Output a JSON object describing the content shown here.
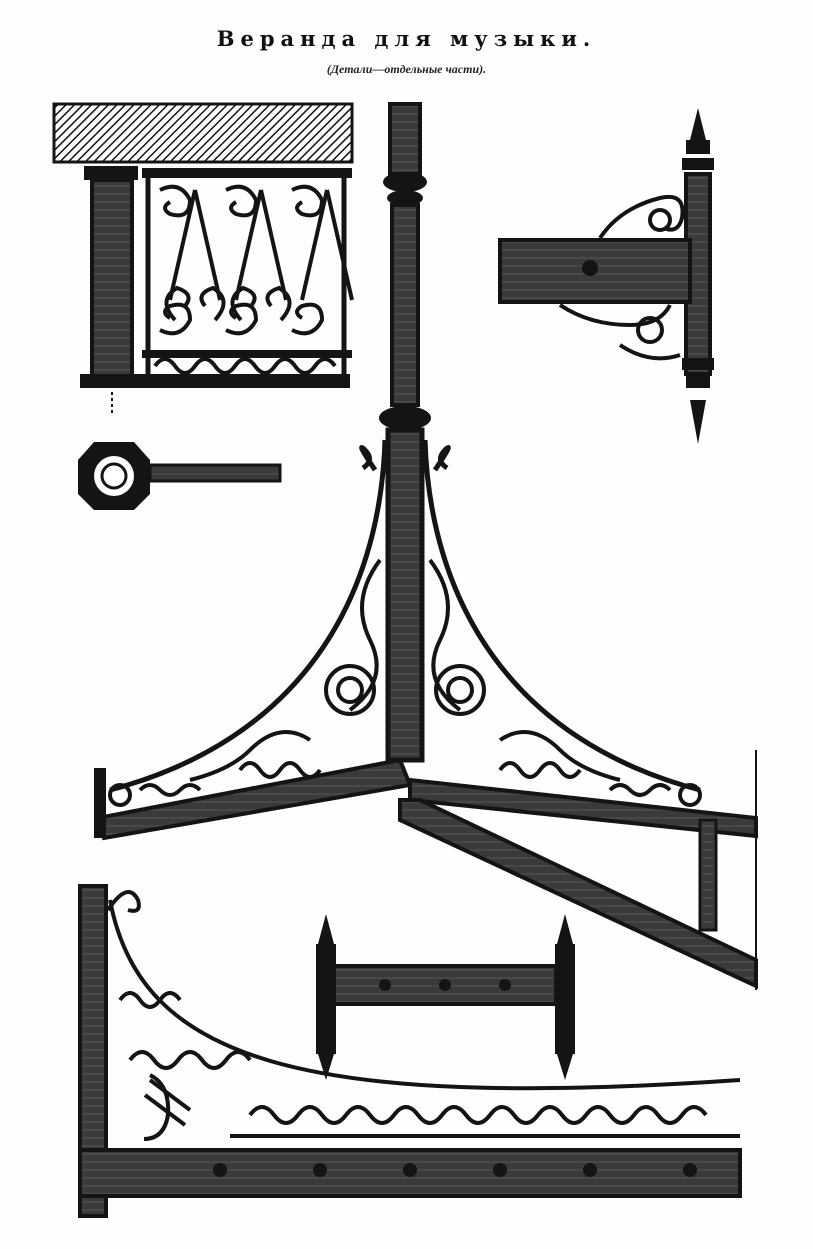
{
  "header": {
    "title": "Веранда для музыки.",
    "subtitle": "(Детали—отдельные части)."
  },
  "colors": {
    "ink": "#141414",
    "wood": "#3a3a3a",
    "paper": "#fefefe"
  },
  "figures": [
    "railing-detail",
    "eye-bolt",
    "post-with-brackets",
    "wall-bracket",
    "roof-truss-corner",
    "bolt-plate",
    "arched-frieze"
  ]
}
